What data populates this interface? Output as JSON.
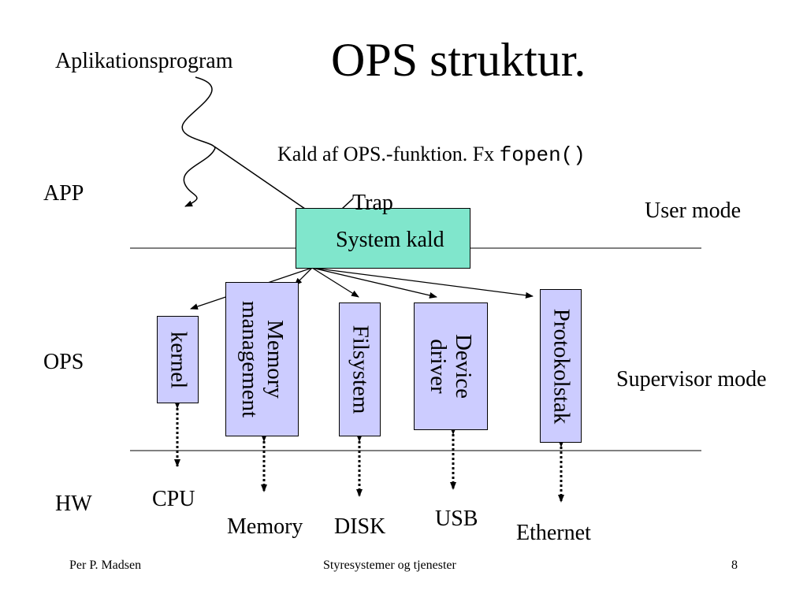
{
  "slide": {
    "title": "OPS struktur.",
    "app_program_label": "Aplikationsprogram",
    "call_caption": "Kald af OPS.-funktion. Fx",
    "call_code": "fopen()",
    "trap_label": "Trap",
    "syscall_label": "System kald",
    "layers": {
      "app": "APP",
      "ops": "OPS",
      "hw": "HW"
    },
    "modes": {
      "user": "User mode",
      "supervisor": "Supervisor mode"
    },
    "modules": {
      "kernel": "kernel",
      "memory_line1": "Memory",
      "memory_line2": "management",
      "filsystem": "Filsystem",
      "device_line1": "Device",
      "device_line2": "driver",
      "protokolstak": "Protokolstak"
    },
    "hardware": {
      "cpu": "CPU",
      "memory": "Memory",
      "disk": "DISK",
      "usb": "USB",
      "ethernet": "Ethernet"
    },
    "colors": {
      "module_fill": "#ccccff",
      "syscall_fill": "#80e6cc"
    }
  },
  "footer": {
    "author": "Per P. Madsen",
    "course": "Styresystemer og tjenester",
    "page": "8"
  }
}
